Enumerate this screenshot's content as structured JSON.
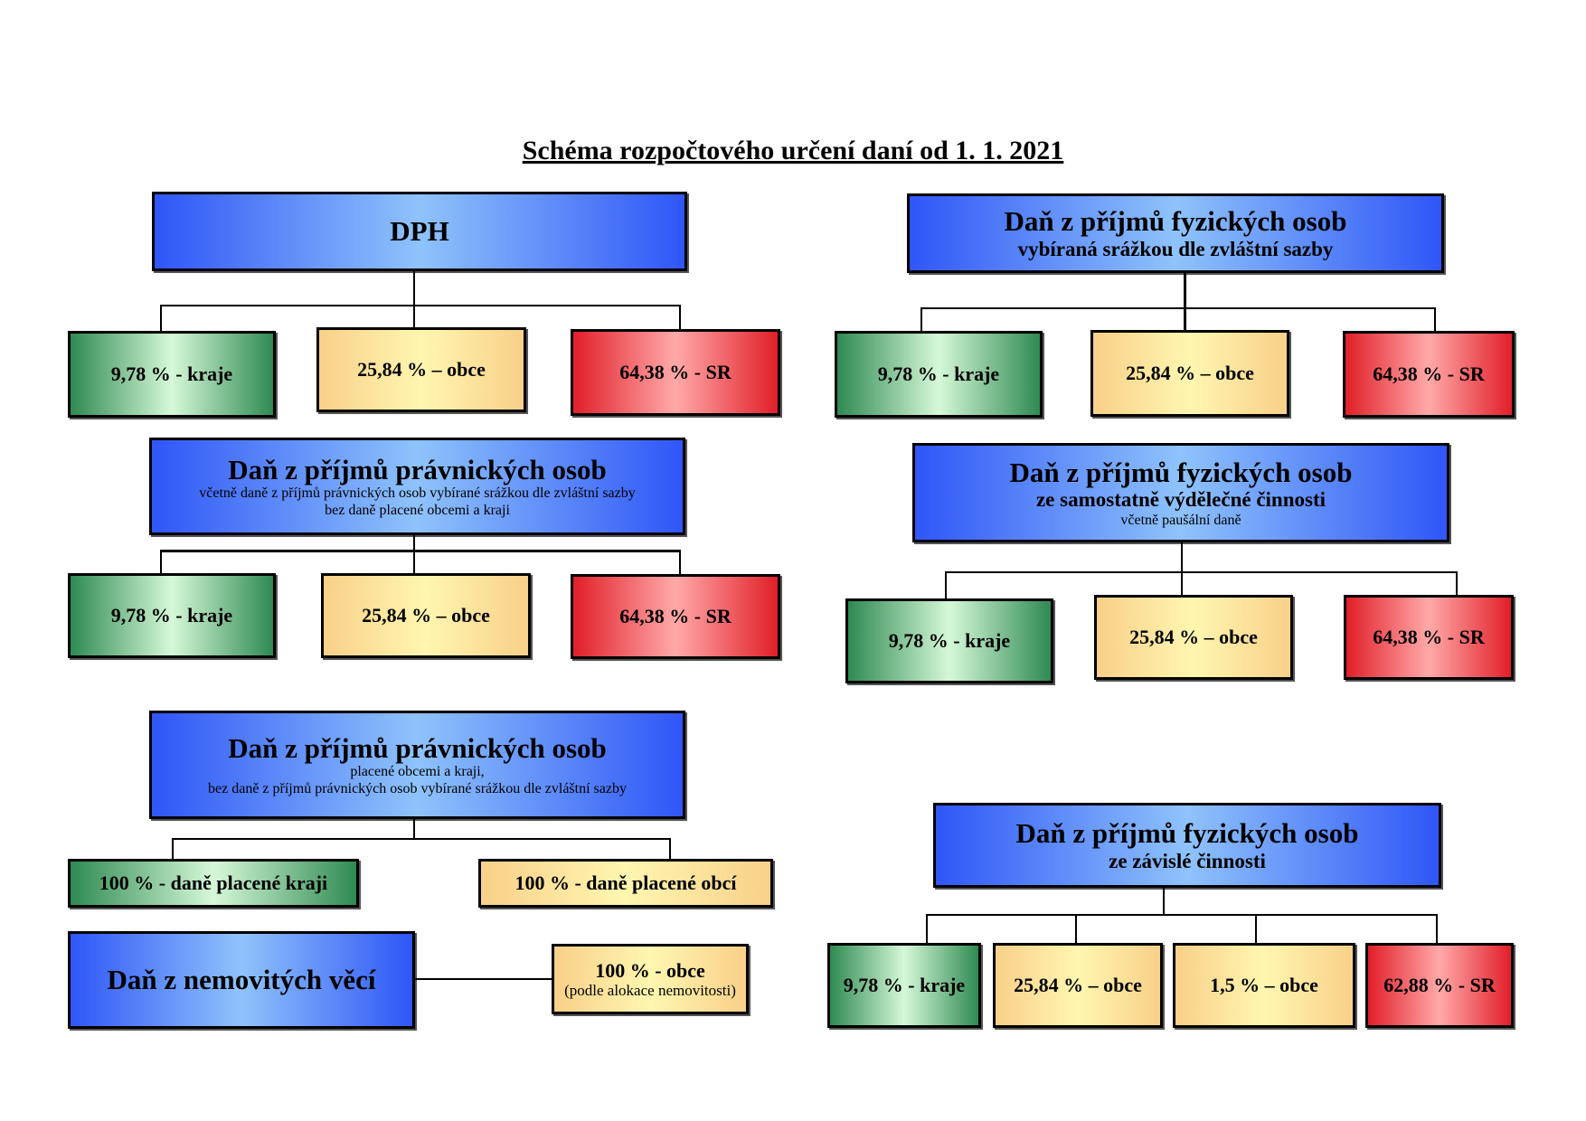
{
  "title": "Schéma rozpočtového určení daní od 1. 1. 2021",
  "colors": {
    "blue": "#4f7ff9",
    "green": "#5fae7a",
    "yellow": "#fde3a0",
    "red": "#f05050"
  },
  "dph": {
    "title": "DPH",
    "kraje": "9,78 % - kraje",
    "obce": "25,84 % – obce",
    "sr": "64,38 % - SR"
  },
  "dpfo_srazka": {
    "title": "Daň z příjmů fyzických osob",
    "subtitle": "vybíraná srážkou dle zvláštní sazby",
    "kraje": "9,78 % - kraje",
    "obce": "25,84 % – obce",
    "sr": "64,38 % - SR"
  },
  "dppo": {
    "title": "Daň z příjmů právnických osob",
    "note1": "včetně daně z příjmů právnických osob vybírané srážkou dle zvláštní sazby",
    "note2": "bez daně placené obcemi a kraji",
    "kraje": "9,78 % - kraje",
    "obce": "25,84 % – obce",
    "sr": "64,38 % - SR"
  },
  "dpfo_osvc": {
    "title": "Daň z příjmů fyzických osob",
    "subtitle": "ze samostatně výdělečné činnosti",
    "note": "včetně paušální daně",
    "kraje": "9,78 % - kraje",
    "obce": "25,84 % – obce",
    "sr": "64,38 % - SR"
  },
  "dppo_obce_kraje": {
    "title": "Daň z příjmů právnických osob",
    "note1": "placené obcemi a kraji,",
    "note2": "bez daně z příjmů právnických osob vybírané srážkou dle zvláštní sazby",
    "kraje": "100 % - daně placené kraji",
    "obce": "100 % - daně placené obcí"
  },
  "dpfo_zavisla": {
    "title": "Daň z příjmů fyzických osob",
    "subtitle": "ze závislé činnosti",
    "kraje": "9,78 % - kraje",
    "obce1": "25,84 % – obce",
    "obce2": "1,5 % – obce",
    "sr": "62,88 % - SR"
  },
  "dnv": {
    "title": "Daň z nemovitých věcí",
    "obce": "100 % - obce",
    "obce_note": "(podle alokace nemovitosti)"
  }
}
